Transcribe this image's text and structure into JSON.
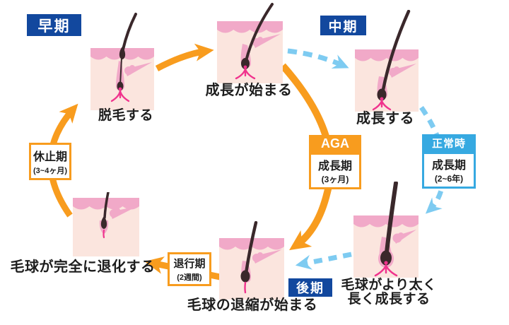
{
  "stage_badges": {
    "early": "早期",
    "middle": "中期",
    "late": "後期"
  },
  "captions": {
    "shed": "脱毛する",
    "growth_starts": "成長が始まる",
    "grows": "成長する",
    "bulb_thicker_line1": "毛球がより太く",
    "bulb_thicker_line2": "長く成長する",
    "regression_starts": "毛球の退縮が始まる",
    "fully_degenerates": "毛球が完全に退化する"
  },
  "phase_boxes": {
    "rest": {
      "name": "休止期",
      "duration": "(3~4ヶ月)"
    },
    "regression": {
      "name": "退行期",
      "duration": "(2週間)"
    },
    "aga": {
      "tag": "AGA",
      "name": "成長期",
      "duration": "(3ヶ月)"
    },
    "normal": {
      "tag": "正常時",
      "name": "成長期",
      "duration": "(2~6年)"
    }
  },
  "colors": {
    "orange_arrow": "#F89C1E",
    "blue_dashed_arrow": "#7ECBF1",
    "stage_badge_navy": "#12489E",
    "normal_header_blue": "#36A9E1",
    "skin_block": "#FBE5DE",
    "epidermis_pink": "#F1A9C8",
    "hair_dark": "#3A282B",
    "root_magenta": "#F0338D",
    "text": "#1D1D1D"
  }
}
